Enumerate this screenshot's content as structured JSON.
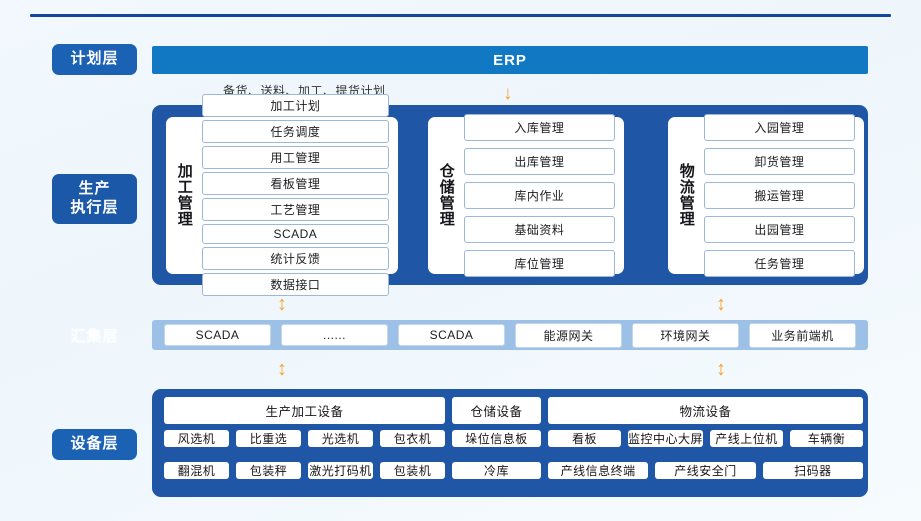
{
  "diagram": {
    "layers": [
      {
        "id": "plan",
        "label": "计划层"
      },
      {
        "id": "exec",
        "label": "生产\n执行层"
      },
      {
        "id": "gather",
        "label": "汇集层"
      },
      {
        "id": "device",
        "label": "设备层"
      }
    ],
    "plan": {
      "erp_label": "ERP",
      "note": "备货、送料、加工、提货计划",
      "arrow_down": "↓"
    },
    "execution": {
      "cards": [
        {
          "title": "加工管理",
          "items": [
            "加工计划",
            "任务调度",
            "用工管理",
            "看板管理",
            "工艺管理",
            "SCADA",
            "统计反馈",
            "数据接口"
          ]
        },
        {
          "title": "仓储管理",
          "items": [
            "入库管理",
            "出库管理",
            "库内作业",
            "基础资料",
            "库位管理"
          ]
        },
        {
          "title": "物流管理",
          "items": [
            "入园管理",
            "卸货管理",
            "搬运管理",
            "出园管理",
            "任务管理"
          ]
        }
      ]
    },
    "gather": {
      "items": [
        "SCADA",
        "......",
        "SCADA",
        "能源网关",
        "环境网关",
        "业务前端机"
      ]
    },
    "device": {
      "headers": [
        "生产加工设备",
        "仓储设备",
        "物流设备"
      ],
      "row2": {
        "production": [
          "风选机",
          "比重选",
          "光选机",
          "包衣机"
        ],
        "warehouse": [
          "垛位信息板"
        ],
        "logistics": [
          "看板",
          "监控中心大屏",
          "产线上位机",
          "车辆衡"
        ]
      },
      "row3": {
        "production": [
          "翻混机",
          "包装秤",
          "激光打码机",
          "包装机"
        ],
        "warehouse": [
          "冷库"
        ],
        "logistics": [
          "产线信息终端",
          "产线安全门",
          "扫码器"
        ]
      }
    },
    "arrows": {
      "updown": "↕"
    },
    "colors": {
      "panel_blue": "#1f56a5",
      "erp_blue": "#1178c4",
      "label_blue": "#1b61b4",
      "band_blue": "#9dc0e6",
      "arrow_orange": "#f5a331",
      "rule_blue": "#12479c"
    }
  }
}
